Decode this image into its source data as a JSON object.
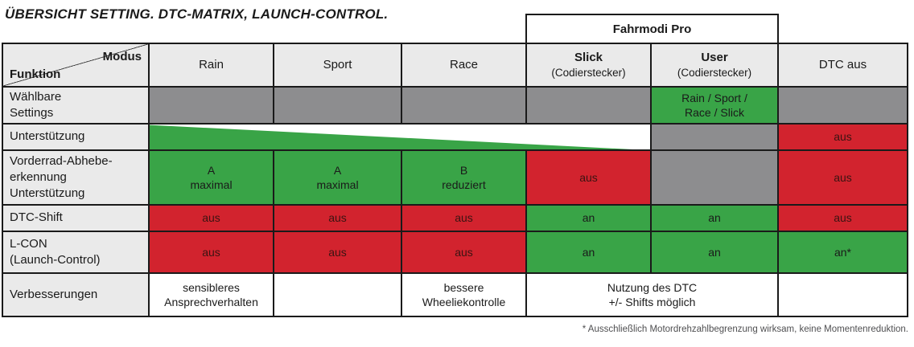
{
  "title": "ÜBERSICHT SETTING. DTC-MATRIX, LAUNCH-CONTROL.",
  "fahrmodi_pro": {
    "label": "Fahrmodi Pro"
  },
  "header": {
    "corner": {
      "top_right": "Modus",
      "bottom_left": "Funktion"
    },
    "columns": [
      {
        "label": "Rain",
        "sub": ""
      },
      {
        "label": "Sport",
        "sub": ""
      },
      {
        "label": "Race",
        "sub": ""
      },
      {
        "label": "Slick",
        "sub": "(Codierstecker)"
      },
      {
        "label": "User",
        "sub": "(Codierstecker)"
      },
      {
        "label": "DTC aus",
        "sub": ""
      }
    ]
  },
  "rows": [
    {
      "label": "Wählbare\nSettings",
      "cells": [
        {
          "state": "gray",
          "text": ""
        },
        {
          "state": "gray",
          "text": ""
        },
        {
          "state": "gray",
          "text": ""
        },
        {
          "state": "gray",
          "text": ""
        },
        {
          "state": "green",
          "text": "Rain / Sport /\nRace / Slick"
        },
        {
          "state": "gray",
          "text": ""
        }
      ]
    },
    {
      "label": "Unterstützung",
      "cells": [
        {
          "state": "green-wedge-decreasing",
          "text": "",
          "span": 4
        },
        {
          "state": "gray",
          "text": ""
        },
        {
          "state": "red",
          "text": "aus"
        }
      ]
    },
    {
      "label": "Vorderrad-Abhebe-\nerkennung\nUnterstützung",
      "cells": [
        {
          "state": "green",
          "text": "A\nmaximal"
        },
        {
          "state": "green",
          "text": "A\nmaximal"
        },
        {
          "state": "green",
          "text": "B\nreduziert"
        },
        {
          "state": "red",
          "text": "aus"
        },
        {
          "state": "gray",
          "text": ""
        },
        {
          "state": "red",
          "text": "aus"
        }
      ]
    },
    {
      "label": "DTC-Shift",
      "cells": [
        {
          "state": "red",
          "text": "aus"
        },
        {
          "state": "red",
          "text": "aus"
        },
        {
          "state": "red",
          "text": "aus"
        },
        {
          "state": "green",
          "text": "an"
        },
        {
          "state": "green",
          "text": "an"
        },
        {
          "state": "red",
          "text": "aus"
        }
      ]
    },
    {
      "label": "L-CON\n(Launch-Control)",
      "cells": [
        {
          "state": "red",
          "text": "aus"
        },
        {
          "state": "red",
          "text": "aus"
        },
        {
          "state": "red",
          "text": "aus"
        },
        {
          "state": "green",
          "text": "an"
        },
        {
          "state": "green",
          "text": "an"
        },
        {
          "state": "green",
          "text": "an*"
        }
      ]
    },
    {
      "label": "Verbesserungen",
      "cells": [
        {
          "state": "white",
          "text": "sensibleres\nAnsprechverhalten"
        },
        {
          "state": "white",
          "text": ""
        },
        {
          "state": "white",
          "text": "bessere\nWheeliekontrolle"
        },
        {
          "state": "white",
          "text": "Nutzung des DTC\n+/- Shifts möglich",
          "span": 2
        },
        {
          "state": "white",
          "text": ""
        }
      ]
    }
  ],
  "footnote": "* Ausschließlich Motordrehzahlbegrenzung wirksam, keine Momentenreduktion.",
  "colors": {
    "green": "#39a447",
    "red": "#d2232e",
    "dark_gray": "#8d8d8f",
    "light_gray": "#eaeaea",
    "border": "#1a1a1a"
  }
}
